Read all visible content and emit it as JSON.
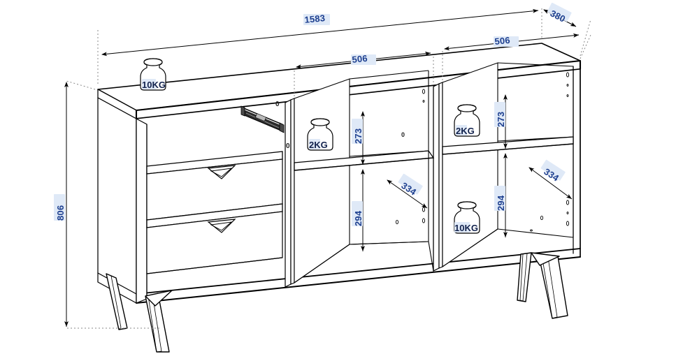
{
  "drawing": {
    "type": "furniture-assembly-isometric",
    "product": "sideboard",
    "units": "mm",
    "line_color": "#000000",
    "dimension_text_color": "#1d3f8f",
    "dimension_highlight_color": "#dfe9f7",
    "background_color": "#ffffff"
  },
  "dimensions": {
    "overall_width": "1583",
    "overall_depth": "380",
    "overall_height": "806",
    "bay_width_middle": "506",
    "bay_width_right": "506",
    "shelf_upper_height": "273",
    "shelf_lower_height": "294",
    "internal_depth_middle": "334",
    "internal_depth_right": "334",
    "upper_height_right": "273",
    "lower_height_right": "294"
  },
  "load_labels": {
    "top_surface": "10KG",
    "middle_bay_upper_shelf": "2KG",
    "right_bay_upper_shelf": "2KG",
    "right_bay_bottom": "10KG"
  },
  "components": {
    "drawer_top_label": "drawer-upper",
    "drawer_bottom_label": "drawer-lower",
    "slide_rail_label": "drawer-slide-rail",
    "handle_label": "triangular-handle",
    "leg_label": "angled-leg"
  }
}
